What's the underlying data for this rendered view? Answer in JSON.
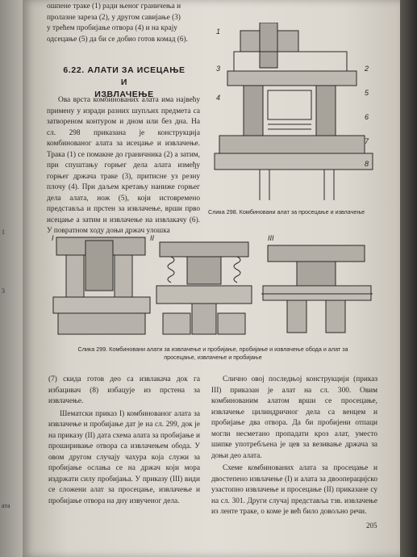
{
  "left_page": {
    "labels": [
      "1",
      "3",
      "ата"
    ]
  },
  "top_text": [
    "ошпене траке (1) ради њеног граничења и",
    "пролазне зареза (2), у другом савијање (3)",
    "у трећем пробијање отвора (4) и на крају",
    "одсецање (5) да би се добио готов комад (6)."
  ],
  "section": {
    "number": "6.22.",
    "title_line1": "АЛАТИ ЗА ИСЕЦАЊЕ И",
    "title_line2": "ИЗВЛАЧЕЊЕ"
  },
  "col1_para": "Ова врста комбинованих алата има највећу примену у изради разних шупљих предмета са затвореном контуром и дном или без дна. На сл. 298 приказана је конструкција комбинованог алата за исецање и извлачење. Трака (1) се помакне до граничника (2) а затим, при спуштању горњег дела алата између горњег држача траке (3), притисне уз резну плочу (4). При даљем кретању наниже горњег дела алата, нож (5), који истовремено представља и прстен за извлачење, врши прво исецање а затим и извлачење на извлакачу (6). У повратном ходу доњи држач улошка",
  "fig298": {
    "caption": "Слика 298. Комбиновани алат за просецање и извлачење",
    "labels": [
      "1",
      "3",
      "4",
      "2",
      "5",
      "6",
      "7",
      "8"
    ]
  },
  "fig299": {
    "labels": [
      "I",
      "II",
      "III"
    ],
    "caption_line1": "Слика 299. Комбиновани алати за извлачење и пробијање, пробијање и извлачење обода и алат за",
    "caption_line2": "просецање, извлачење и пробијање"
  },
  "bottom_left": [
    "(7) скида готов део са извлакача док га избацивач (8) избацује из прстена за извлачење.",
    "Шематски приказ I) комбинованог алата за извлачење и пробијање дат је на сл. 299, док је на приказу (II) дата схема алата за пробијање и проширивање отвора са извлачењем обода. У овом другом случају чахура која служи за пробијање ослања се на држач који мора издржати силу пробијања. У приказу (III) види се сложени алат за просецање, извлачење и пробијање отвора на дну извученог дела."
  ],
  "bottom_right": [
    "Слично овој последњој конструкцији (приказ III) приказан је алат на сл. 300. Овим комбинованим алатом врши се просецање, извлачење цилиндричног дела са венцем и пробијање два отвора. Да би пробијени отпаци могли несметано пропадати кроз алат, уместо шипке употребљена је цев за везивање држача за доњи део алата.",
    "Схеме комбинованих алата за просецање и двостепено извлачење (I) и алата за двооперацијско узастопно извлачење и просецање (II) приказане су на сл. 301. Други случај представља тзв. извлачење из ленте траке, о коме је већ било довољно речи."
  ],
  "page_number": "205"
}
